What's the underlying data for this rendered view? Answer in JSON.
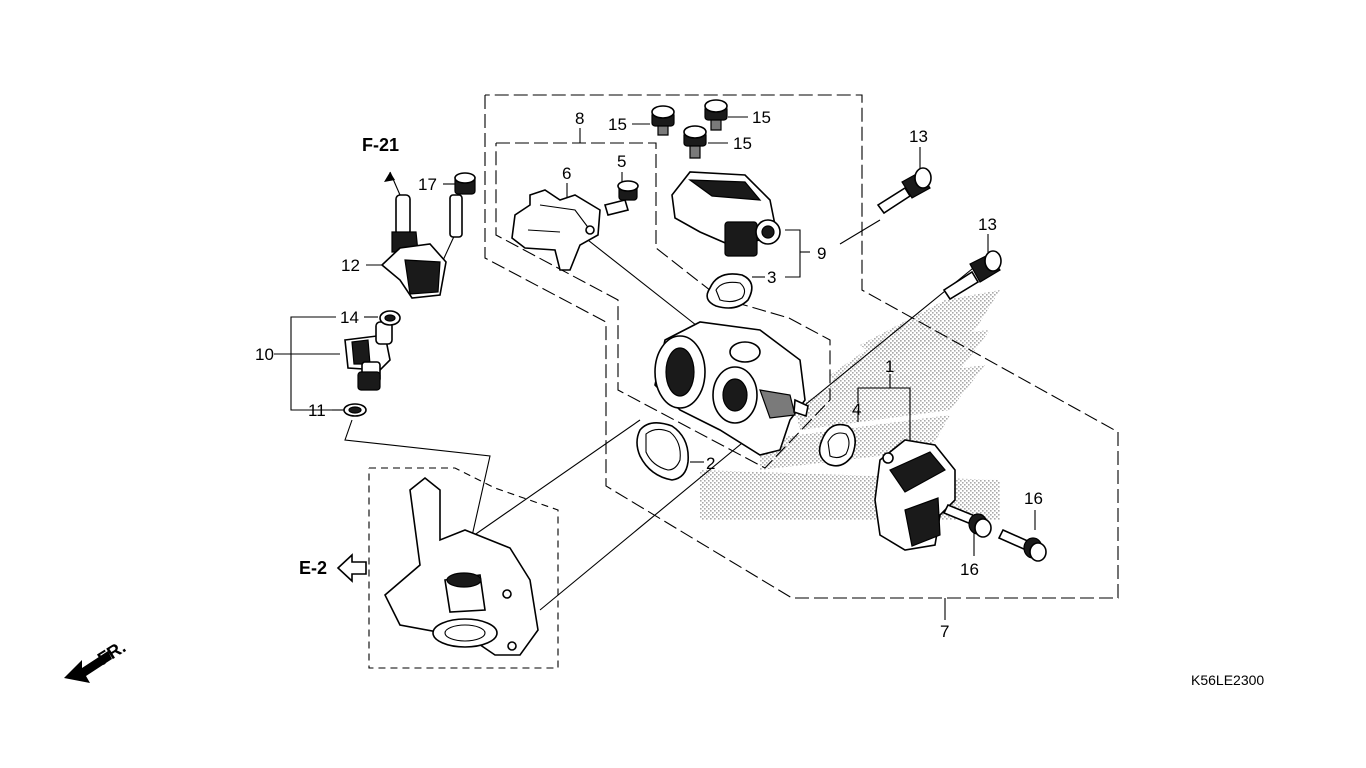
{
  "diagram": {
    "code": "K56LE2300",
    "references": {
      "f21": "F-21",
      "e2": "E-2",
      "front": "FR."
    },
    "callouts": {
      "c1": "1",
      "c2": "2",
      "c3": "3",
      "c4": "4",
      "c5": "5",
      "c6": "6",
      "c7": "7",
      "c8": "8",
      "c9": "9",
      "c10": "10",
      "c11": "11",
      "c12": "12",
      "c13a": "13",
      "c13b": "13",
      "c14": "14",
      "c15a": "15",
      "c15b": "15",
      "c15c": "15",
      "c16a": "16",
      "c16b": "16",
      "c17": "17"
    },
    "watermark_icon": "honda-wing-logo",
    "colors": {
      "line": "#000000",
      "watermark": "#b8b8b8",
      "background": "#ffffff"
    }
  }
}
